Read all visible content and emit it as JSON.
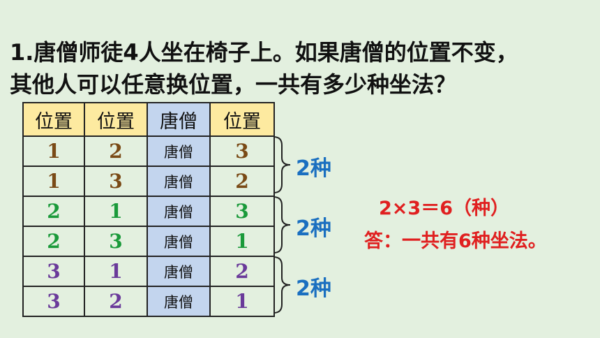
{
  "question": {
    "line1": "1.唐僧师徒4人坐在椅子上。如果唐僧的位置不变，",
    "line2": "其他人可以任意换位置，一共有多少种坐法？"
  },
  "table": {
    "headers": [
      "位置",
      "位置",
      "唐僧",
      "位置"
    ],
    "rows": [
      {
        "a": "1",
        "b": "2",
        "monk": "唐僧",
        "d": "3",
        "color": "#7a4a16"
      },
      {
        "a": "1",
        "b": "3",
        "monk": "唐僧",
        "d": "2",
        "color": "#7a4a16"
      },
      {
        "a": "2",
        "b": "1",
        "monk": "唐僧",
        "d": "3",
        "color": "#1a9a3a"
      },
      {
        "a": "2",
        "b": "3",
        "monk": "唐僧",
        "d": "1",
        "color": "#1a9a3a"
      },
      {
        "a": "3",
        "b": "1",
        "monk": "唐僧",
        "d": "2",
        "color": "#6a3a9a"
      },
      {
        "a": "3",
        "b": "2",
        "monk": "唐僧",
        "d": "1",
        "color": "#6a3a9a"
      }
    ]
  },
  "groups": [
    "2种",
    "2种",
    "2种"
  ],
  "solution": {
    "equation": "2×3＝6（种）",
    "answer": "答：一共有6种坐法。"
  },
  "colors": {
    "background": "#e3f0df",
    "header_bg": "#fdeaa0",
    "monk_col_bg": "#c3d5ee",
    "group_label": "#1a6fc0",
    "solution_text": "#e02020"
  }
}
